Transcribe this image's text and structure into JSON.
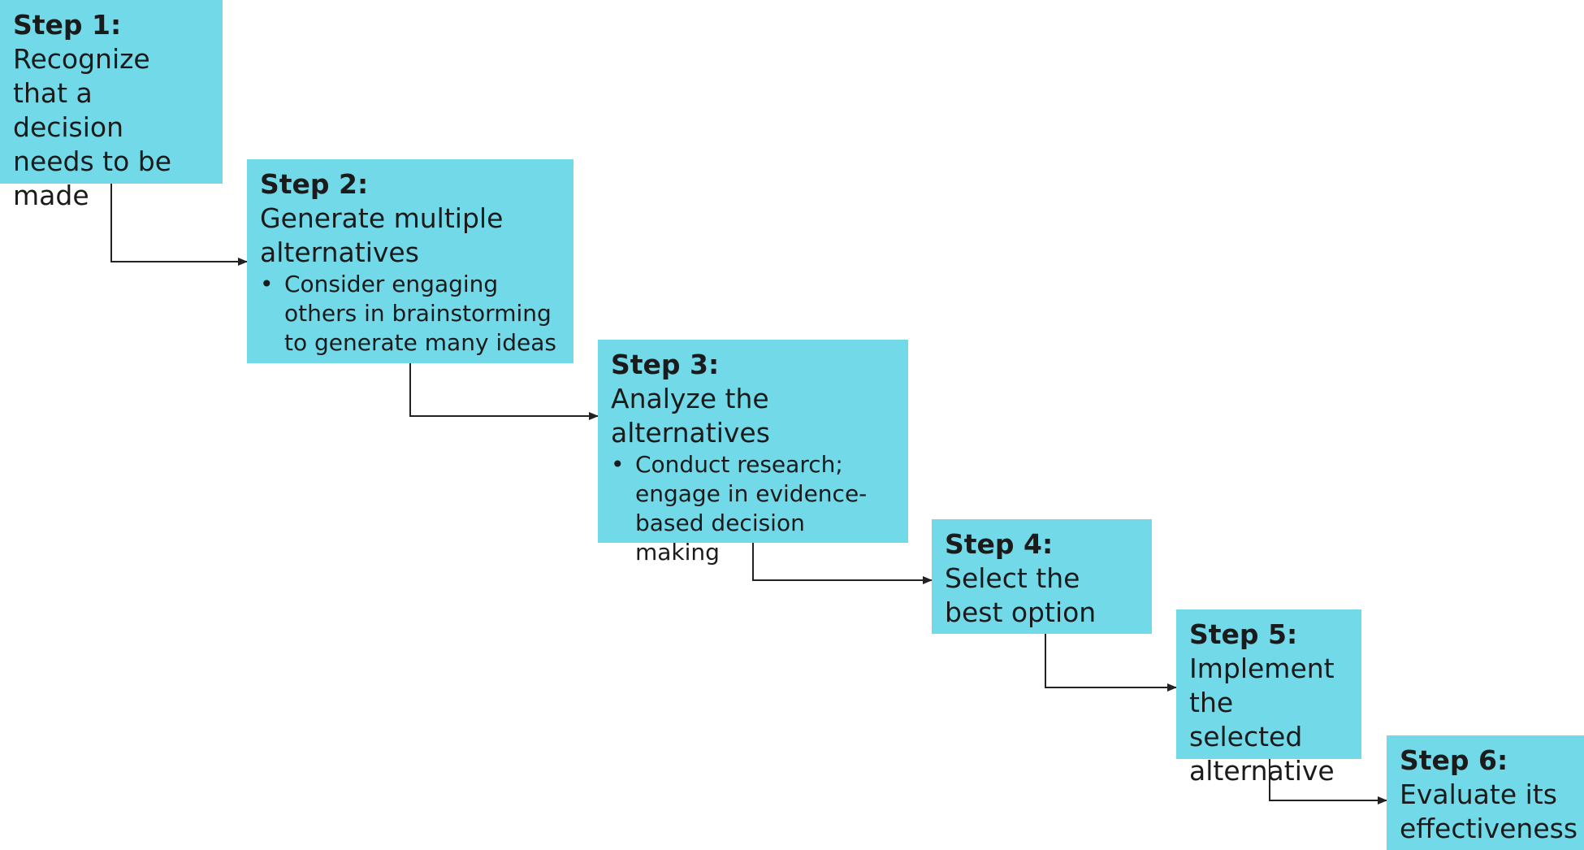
{
  "steps": [
    {
      "heading": "Step 1:",
      "text": "Recognize that a decision needs to be made",
      "bullet": null
    },
    {
      "heading": "Step 2:",
      "text": "Generate multiple alternatives",
      "bullet": "Consider engaging others in  brainstorming to generate many ideas"
    },
    {
      "heading": "Step 3:",
      "text": "Analyze the alternatives",
      "bullet": "Conduct research; engage in evidence-based decision making"
    },
    {
      "heading": "Step 4:",
      "text": "Select the best option",
      "bullet": null
    },
    {
      "heading": "Step 5:",
      "text": "Implement the selected alternative",
      "bullet": null
    },
    {
      "heading": "Step 6:",
      "text": "Evaluate its effectiveness",
      "bullet": null
    }
  ],
  "bullet_glyph": "•",
  "colors": {
    "box_fill": "#72d9e9",
    "text": "#1b1b1b",
    "connector": "#222222",
    "background": "#ffffff"
  }
}
